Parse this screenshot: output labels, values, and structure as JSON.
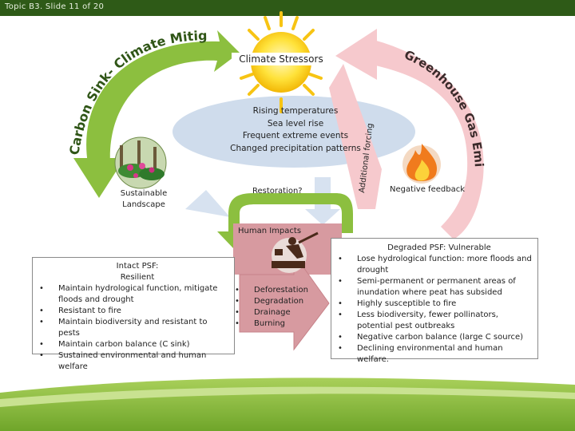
{
  "header": {
    "title": "Topic B3. Slide 11 of 20"
  },
  "diagram": {
    "arc_left_label": "Carbon Sink- Climate Mitigation",
    "arc_right_label": "Greenhouse Gas Emissions",
    "vertical_label": "Additional forcing",
    "climate_stressors": "Climate Stressors",
    "stressors": [
      "Rising temperatures",
      "Sea level rise",
      "Frequent extreme events",
      "Changed precipitation patterns"
    ],
    "sustainable_landscape": [
      "Sustainable",
      "Landscape"
    ],
    "restoration": "Restoration?",
    "negative_feedback": "Negative feedback",
    "human_impacts": "Human Impacts",
    "impacts": [
      "Deforestation",
      "Degradation",
      "Drainage",
      "Burning"
    ],
    "intact": {
      "title": "Intact PSF:",
      "subtitle": "Resilient",
      "items": [
        "Maintain hydrological function, mitigate floods and drought",
        "Resistant to fire",
        "Maintain biodiversity and resistant to pests",
        "Maintain carbon balance (C sink)",
        "Sustained environmental and human welfare"
      ]
    },
    "degraded": {
      "title": "Degraded PSF: Vulnerable",
      "items": [
        "Lose hydrological function: more floods and drought",
        "Semi-permanent or permanent areas of inundation where peat has subsided",
        "Highly susceptible to fire",
        "Less biodiversity, fewer pollinators, potential pest outbreaks",
        "Negative carbon balance (large C source)",
        "Declining environmental and human welfare."
      ]
    }
  },
  "colors": {
    "header_bar": "#2e5a17",
    "green_arrow": "#8cbf3f",
    "pink_arrow": "#f6c9cd",
    "ellipse": "#cfdcec",
    "impacts_box": "#d79aa0",
    "ground": "#8bbf3c"
  }
}
